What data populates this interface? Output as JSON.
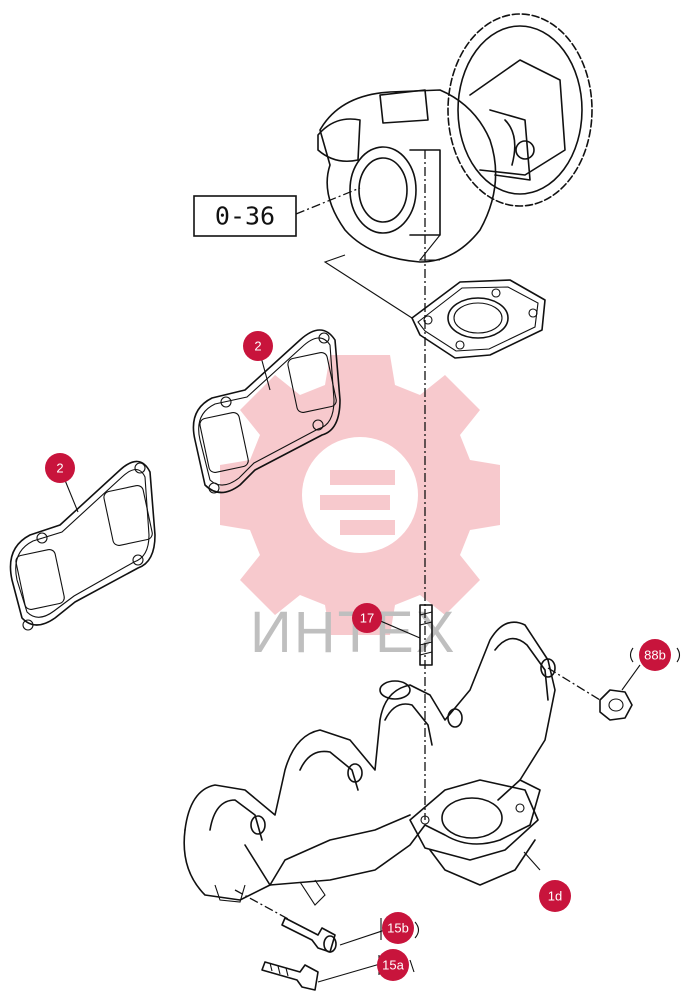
{
  "reference_box": {
    "label": "0-36"
  },
  "watermark": {
    "text": "ИНТЕХ"
  },
  "callouts": [
    {
      "id": "c2a",
      "label": "2"
    },
    {
      "id": "c2b",
      "label": "2"
    },
    {
      "id": "c17",
      "label": "17"
    },
    {
      "id": "c88b",
      "label": "88b"
    },
    {
      "id": "c1d",
      "label": "1d"
    },
    {
      "id": "c15b",
      "label": "15b"
    },
    {
      "id": "c15a",
      "label": "15a"
    }
  ],
  "colors": {
    "callout_fill": "#c8143c",
    "watermark": "#e85c68",
    "line": "#111111"
  }
}
